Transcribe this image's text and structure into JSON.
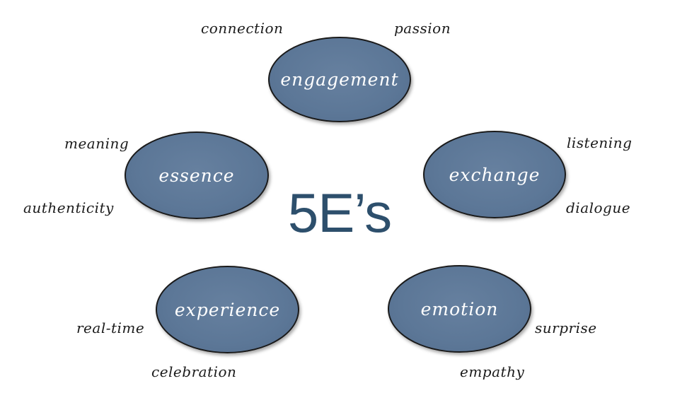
{
  "title": "5E’s",
  "nodes": [
    {
      "id": "engagement",
      "label": "engagement",
      "words": [
        "connection",
        "passion"
      ]
    },
    {
      "id": "essence",
      "label": "essence",
      "words": [
        "meaning",
        "authenticity"
      ]
    },
    {
      "id": "exchange",
      "label": "exchange",
      "words": [
        "listening",
        "dialogue"
      ]
    },
    {
      "id": "experience",
      "label": "experience",
      "words": [
        "real-time",
        "celebration"
      ]
    },
    {
      "id": "emotion",
      "label": "emotion",
      "words": [
        "surprise",
        "empathy"
      ]
    }
  ],
  "colors": {
    "node_fill": "#5c7797",
    "node_border": "#1a1a1a",
    "node_text": "#ffffff",
    "title": "#2d4f6c",
    "words": "#1b1b1b"
  }
}
